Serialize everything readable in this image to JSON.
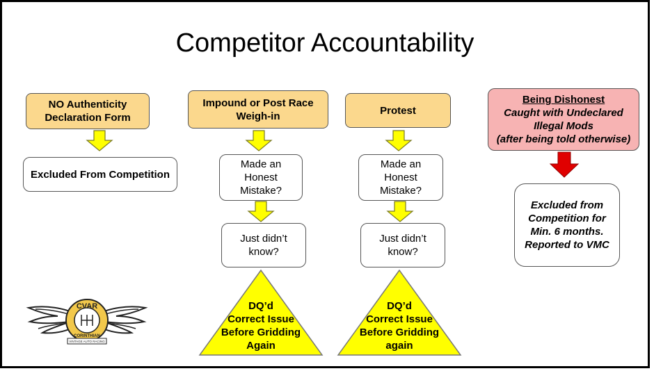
{
  "title": "Competitor Accountability",
  "col1": {
    "header": [
      "NO  Authenticity",
      "Declaration Form"
    ],
    "result": "Excluded From Competition"
  },
  "col2": {
    "header": [
      "Impound or Post Race",
      "Weigh-in"
    ],
    "q1": [
      "Made an",
      "Honest",
      "Mistake?"
    ],
    "q2": [
      "Just didn’t",
      "know?"
    ],
    "outcome": [
      "DQ’d",
      "Correct Issue",
      "Before Gridding",
      "Again"
    ]
  },
  "col3": {
    "header": [
      "Protest"
    ],
    "q1": [
      "Made an",
      "Honest",
      "Mistake?"
    ],
    "q2": [
      "Just didn’t",
      "know?"
    ],
    "outcome": [
      "DQ’d",
      "Correct Issue",
      "Before Gridding",
      "again"
    ]
  },
  "col4": {
    "header_title": "Being Dishonest",
    "header_lines": [
      "Caught with Undeclared",
      "Illegal Mods",
      "(after being told otherwise)"
    ],
    "result": [
      "Excluded from",
      "Competition for",
      "Min. 6 months.",
      "Reported to VMC"
    ]
  },
  "logo": {
    "top_text": "CVAR",
    "band_text": "CORINTHIAN",
    "bottom_text": "VINTAGE AUTO RACING"
  },
  "colors": {
    "header_fill": "#fbd88d",
    "dishonest_fill": "#f7b3b3",
    "yellow_arrow": "#ffff00",
    "red_arrow": "#e00000",
    "triangle_fill": "#ffff00"
  }
}
